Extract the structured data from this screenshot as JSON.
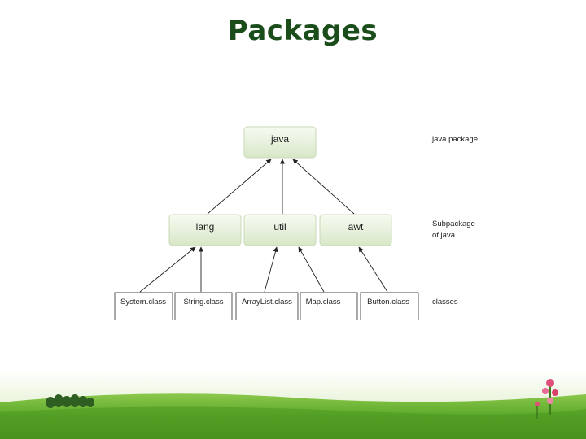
{
  "title": "Packages",
  "diagram": {
    "root": "java",
    "subpackages": [
      "lang",
      "util",
      "awt"
    ],
    "classes": [
      "System.class",
      "String.class",
      "ArrayList.class",
      "Map.class",
      "Button.class"
    ],
    "side_labels": {
      "root": "java package",
      "sub_line1": "Subpackage",
      "sub_line2": "of java",
      "classes": "classes"
    }
  },
  "colors": {
    "title": "#1a4d1a",
    "node_fill_top": "#f7fbf2",
    "node_fill_bottom": "#d9e8c9",
    "grass": "#5fa82a"
  }
}
